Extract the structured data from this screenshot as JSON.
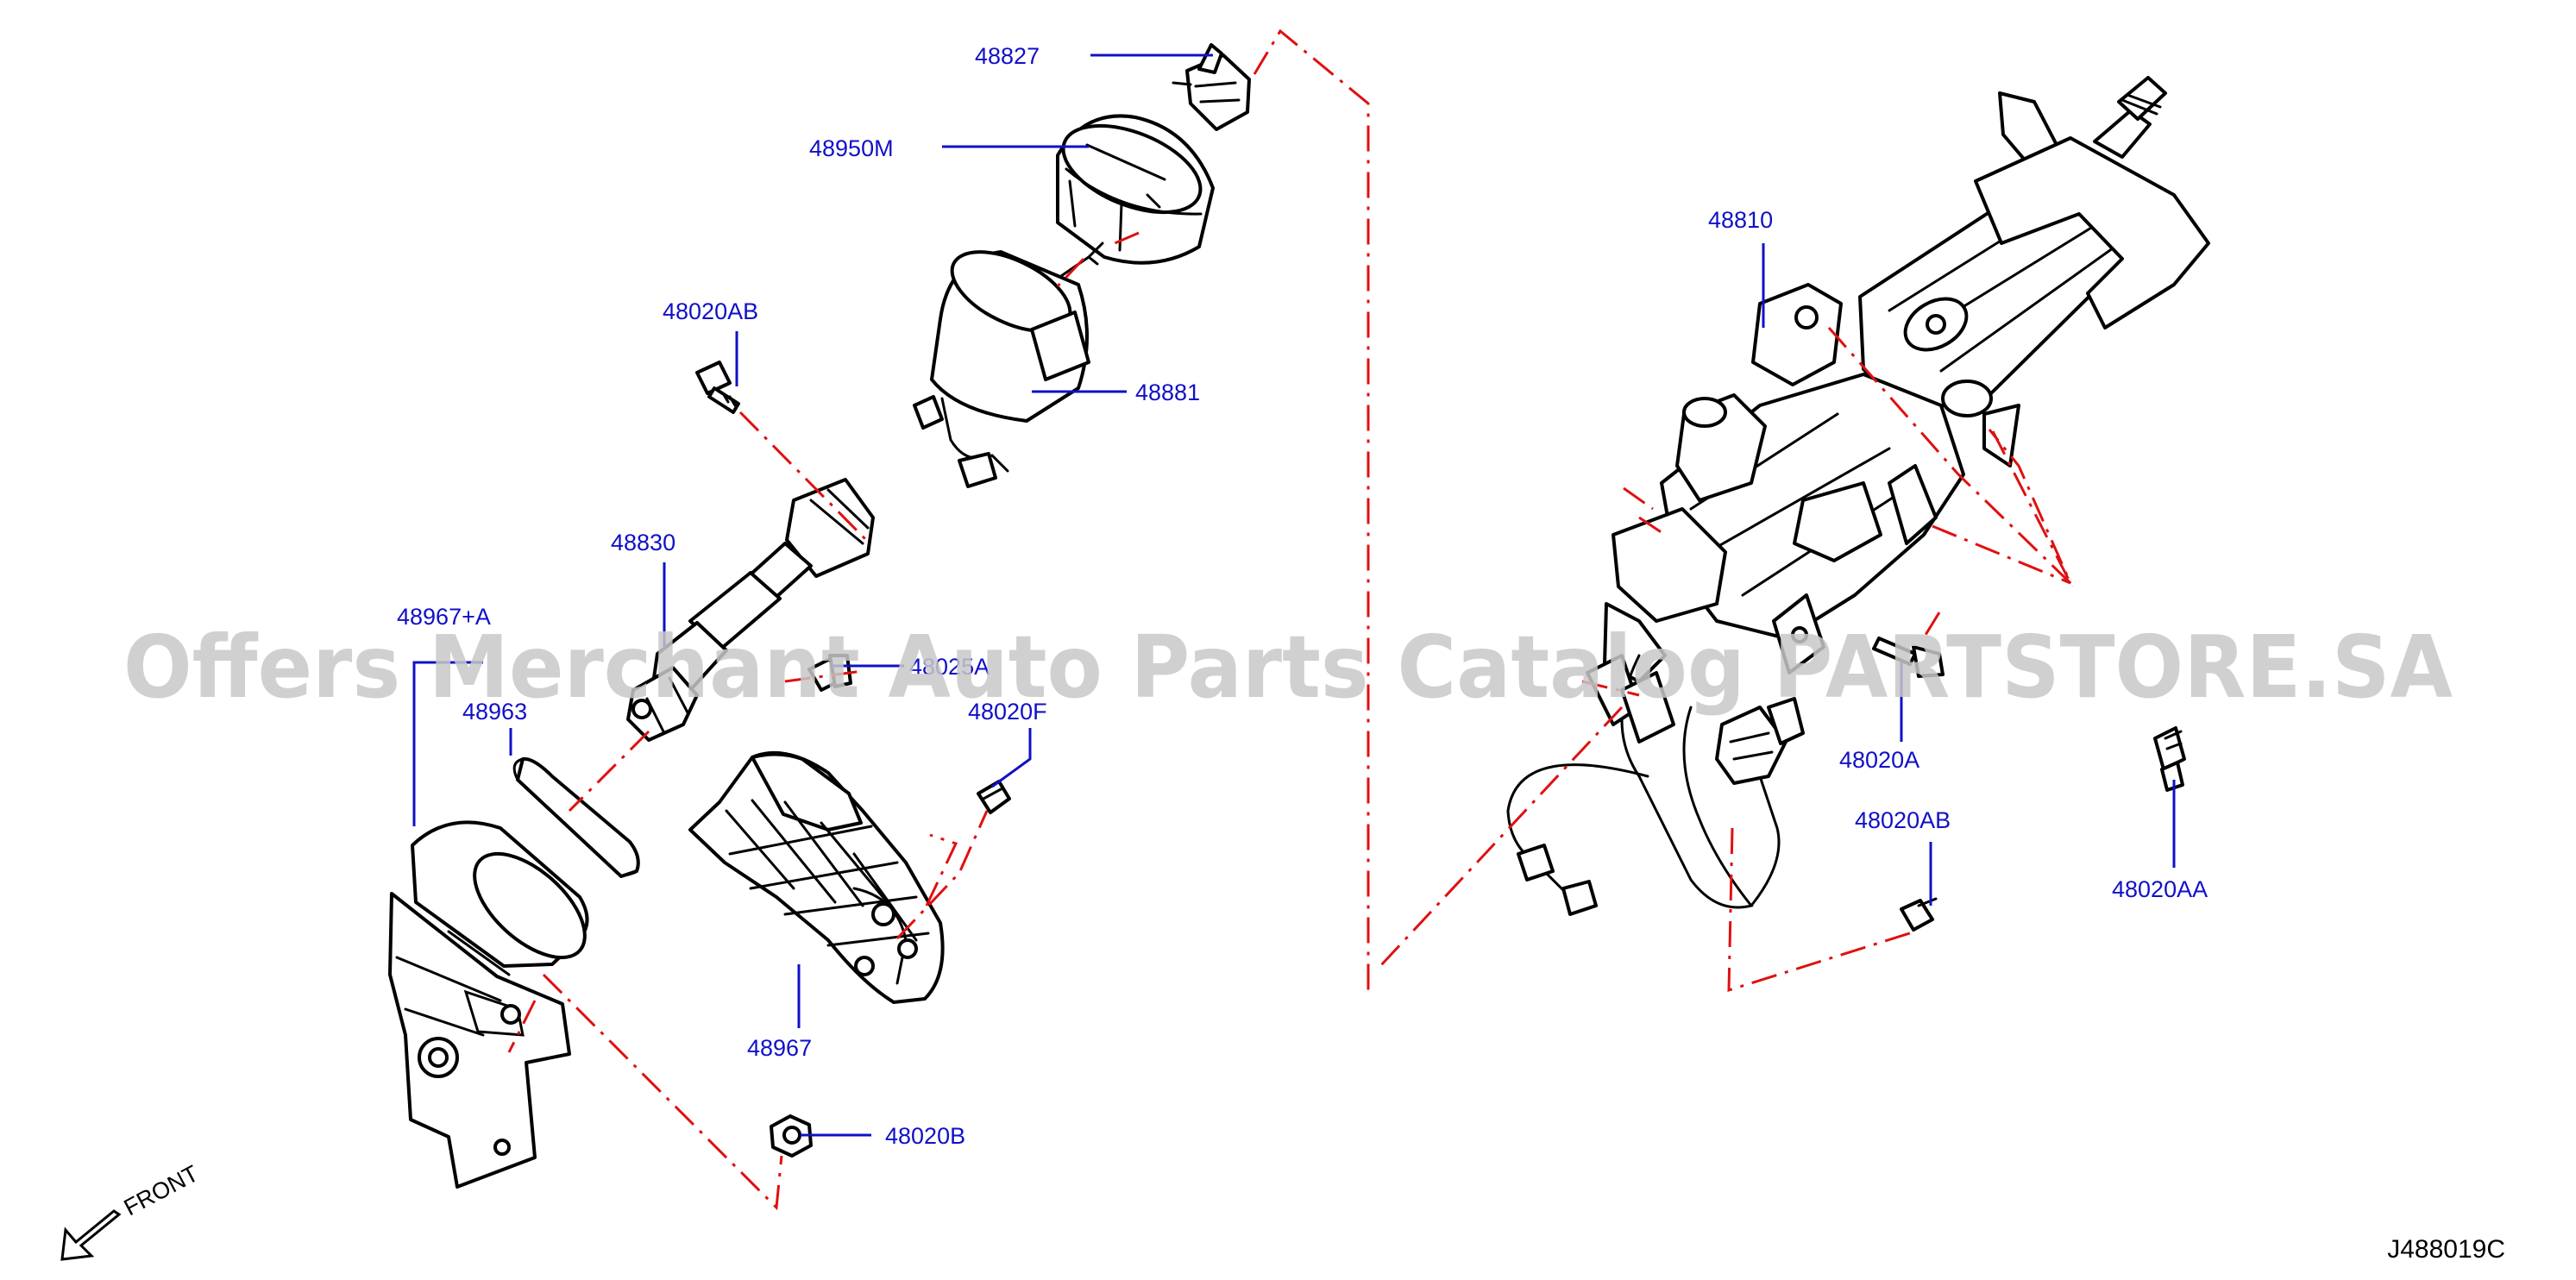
{
  "diagram": {
    "diagram_code": "J488019C",
    "front_label": "FRONT",
    "watermark": "Offers Merchant Auto Parts Catalog PARTSTORE.SA",
    "colors": {
      "label": "#1010c8",
      "leader": "#1010c8",
      "dash": "#e01010",
      "ink": "#000000",
      "watermark": "#c8c8c8"
    },
    "parts": [
      {
        "id": "48827",
        "text": "48827"
      },
      {
        "id": "48950M",
        "text": "48950M"
      },
      {
        "id": "48020AB-top",
        "text": "48020AB"
      },
      {
        "id": "48881",
        "text": "48881"
      },
      {
        "id": "48830",
        "text": "48830"
      },
      {
        "id": "48967A",
        "text": "48967+A"
      },
      {
        "id": "48025A",
        "text": "48025A"
      },
      {
        "id": "48963",
        "text": "48963"
      },
      {
        "id": "48020F",
        "text": "48020F"
      },
      {
        "id": "48967",
        "text": "48967"
      },
      {
        "id": "48020B",
        "text": "48020B"
      },
      {
        "id": "48810",
        "text": "48810"
      },
      {
        "id": "48020A",
        "text": "48020A"
      },
      {
        "id": "48020AB-right",
        "text": "48020AB"
      },
      {
        "id": "48020AA",
        "text": "48020AA"
      }
    ]
  }
}
